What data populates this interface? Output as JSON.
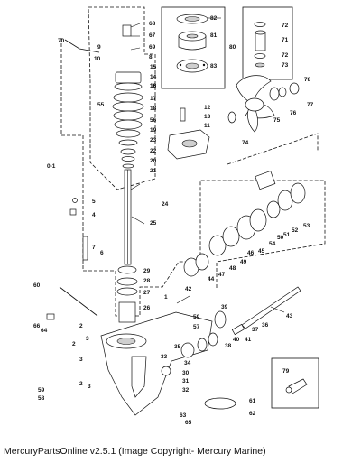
{
  "caption": "MercuryPartsOnline v2.5.1 (Image Copyright- Mercury Marine)",
  "callouts": [
    "1",
    "2",
    "3",
    "4",
    "5",
    "6",
    "7",
    "8",
    "9",
    "10",
    "11",
    "12",
    "13",
    "14",
    "15",
    "16",
    "17",
    "18",
    "19",
    "20",
    "21",
    "22",
    "23",
    "24",
    "25",
    "26",
    "27",
    "28",
    "29",
    "30",
    "31",
    "32",
    "33",
    "34",
    "35",
    "36",
    "37",
    "38",
    "39",
    "40",
    "41",
    "42",
    "43",
    "44",
    "45",
    "46",
    "47",
    "48",
    "49",
    "50",
    "51",
    "52",
    "53",
    "54",
    "55",
    "56",
    "57",
    "58",
    "59",
    "60",
    "61",
    "62",
    "63",
    "64",
    "65",
    "66",
    "67",
    "68",
    "69",
    "70",
    "71",
    "72",
    "73",
    "74",
    "75",
    "76",
    "77",
    "78",
    "79",
    "80",
    "81",
    "82",
    "83",
    "0-1"
  ]
}
